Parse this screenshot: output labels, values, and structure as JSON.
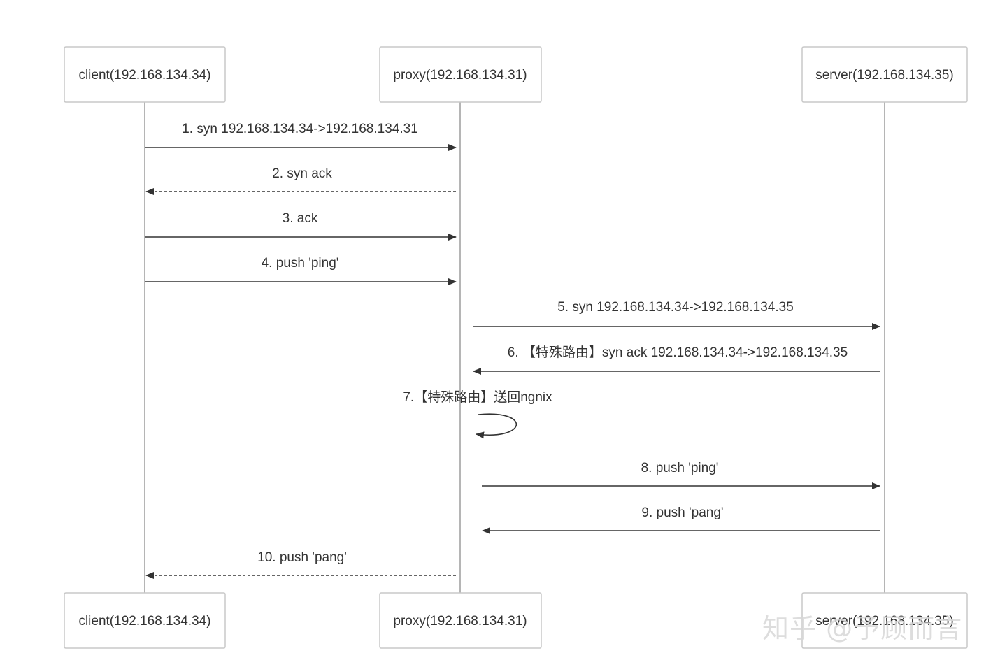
{
  "participants": [
    {
      "id": "client",
      "label": "client(192.168.134.34)"
    },
    {
      "id": "proxy",
      "label": "proxy(192.168.134.31)"
    },
    {
      "id": "server",
      "label": "server(192.168.134.35)"
    }
  ],
  "messages": [
    {
      "from": "client",
      "to": "proxy",
      "label": "1. syn 192.168.134.34->192.168.134.31",
      "style": "solid"
    },
    {
      "from": "proxy",
      "to": "client",
      "label": "2. syn ack",
      "style": "dotted"
    },
    {
      "from": "client",
      "to": "proxy",
      "label": "3. ack",
      "style": "solid"
    },
    {
      "from": "client",
      "to": "proxy",
      "label": "4. push 'ping'",
      "style": "solid"
    },
    {
      "from": "proxy",
      "to": "server",
      "label": "5. syn 192.168.134.34->192.168.134.35",
      "style": "solid"
    },
    {
      "from": "server",
      "to": "proxy",
      "label": "6. 【特殊路由】syn ack 192.168.134.34->192.168.134.35",
      "style": "solid"
    },
    {
      "from": "proxy",
      "to": "proxy",
      "label": "7.【特殊路由】送回ngnix",
      "style": "solid"
    },
    {
      "from": "proxy",
      "to": "server",
      "label": "8. push 'ping'",
      "style": "solid"
    },
    {
      "from": "server",
      "to": "proxy",
      "label": "9. push 'pang'",
      "style": "solid"
    },
    {
      "from": "proxy",
      "to": "client",
      "label": "10. push 'pang'",
      "style": "dotted"
    }
  ],
  "watermark": "知乎 @予顾而言"
}
